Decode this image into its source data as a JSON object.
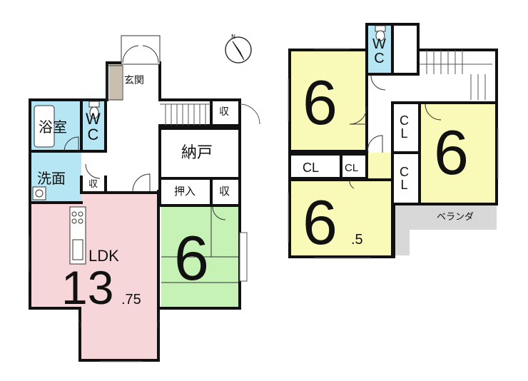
{
  "floor1": {
    "entrance": "玄関",
    "bath": "浴室",
    "wc_w": "W",
    "wc_c": "C",
    "washroom": "洗面",
    "storage_top": "収",
    "storage_small": "収",
    "closet_room": "納戸",
    "oshiire": "押入",
    "storage_mid": "収",
    "ldk_label": "LDK",
    "ldk_size": "13",
    "ldk_decimal": ".75",
    "japanese_room_size": "6"
  },
  "floor2": {
    "wc_w": "W",
    "wc_c": "C",
    "room_nw_size": "6",
    "room_e_size": "6",
    "room_sw_size": "6",
    "room_sw_decimal": ".5",
    "cl_wide": "CL",
    "cl_small": "CL",
    "cl_vert1_c": "C",
    "cl_vert1_l": "L",
    "cl_vert2_c": "C",
    "cl_vert2_l": "L",
    "balcony": "ベランダ"
  },
  "compass": {
    "north": "N"
  },
  "colors": {
    "ldk": "#f6d6d8",
    "tatami": "#c6f2b6",
    "bedroom": "#fafab8",
    "wet_area": "#b6e6f4",
    "balcony": "#d8d8d8",
    "entrance": "#c9bfb0",
    "wall": "#111111"
  }
}
